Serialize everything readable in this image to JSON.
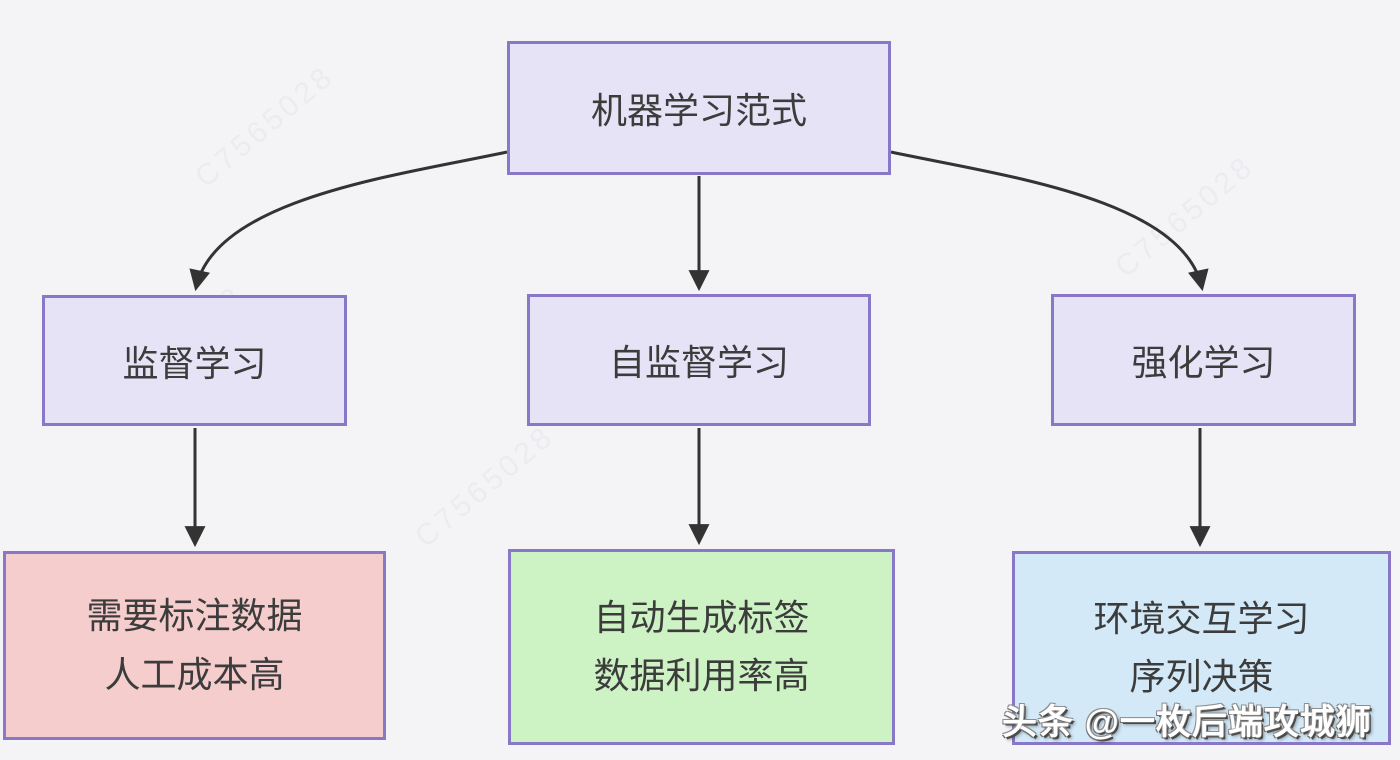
{
  "page": {
    "background_color": "#F4F3F6"
  },
  "diagram": {
    "root": {
      "label": "机器学习范式"
    },
    "branches": [
      {
        "label": "监督学习",
        "detail_lines": [
          "需要标注数据",
          "人工成本高"
        ],
        "detail_fill": "#F5CDCD"
      },
      {
        "label": "自监督学习",
        "detail_lines": [
          "自动生成标签",
          "数据利用率高"
        ],
        "detail_fill": "#CDF2C3"
      },
      {
        "label": "强化学习",
        "detail_lines": [
          "环境交互学习",
          "序列决策"
        ],
        "detail_fill": "#D3E9F7"
      }
    ],
    "colors": {
      "node_fill": "#E7E3F7",
      "node_border": "#8978C8",
      "arrow": "#333333",
      "text": "#3C3C3C"
    }
  },
  "watermark": {
    "text": "头条 @一枚后端攻城狮"
  },
  "background_texture": {
    "faint_text": "C7565028"
  }
}
